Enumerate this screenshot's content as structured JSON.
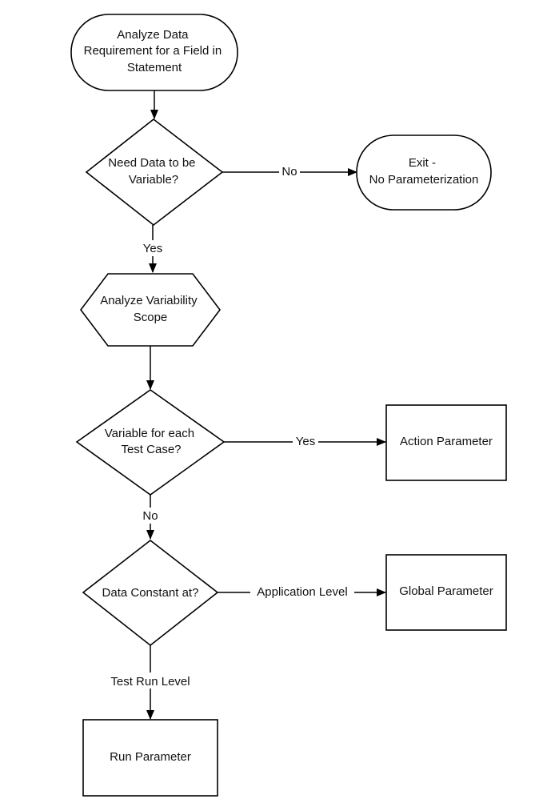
{
  "nodes": {
    "start": {
      "lines": [
        "Analyze Data",
        "Requirement for a Field in",
        "Statement"
      ]
    },
    "need_variable": {
      "lines": [
        "Need Data to be",
        "Variable?"
      ]
    },
    "exit": {
      "lines": [
        "Exit -",
        "No Parameterization"
      ]
    },
    "analyze_scope": {
      "lines": [
        "Analyze Variability",
        "Scope"
      ]
    },
    "per_test_case": {
      "lines": [
        "Variable for each",
        "Test Case?"
      ]
    },
    "action_param": {
      "lines": [
        "Action Parameter"
      ]
    },
    "constant_at": {
      "lines": [
        "Data Constant at?"
      ]
    },
    "global_param": {
      "lines": [
        "Global Parameter"
      ]
    },
    "run_param": {
      "lines": [
        "Run Parameter"
      ]
    }
  },
  "edges": {
    "need_no": "No",
    "need_yes": "Yes",
    "case_yes": "Yes",
    "case_no": "No",
    "app_level": "Application Level",
    "run_level": "Test Run Level"
  },
  "colors": {
    "stroke": "#000000",
    "fill": "#ffffff",
    "text": "#111111"
  }
}
